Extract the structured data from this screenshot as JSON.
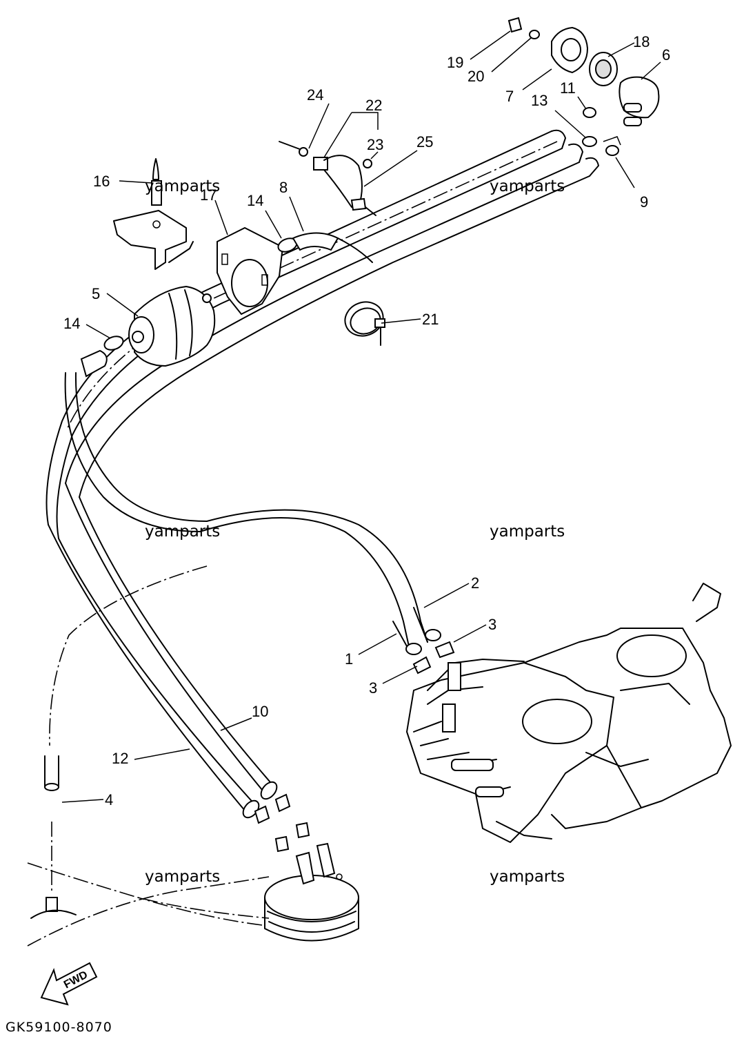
{
  "diagram": {
    "callouts": [
      {
        "id": "c1",
        "text": "1"
      },
      {
        "id": "c2",
        "text": "2"
      },
      {
        "id": "c3a",
        "text": "3"
      },
      {
        "id": "c3b",
        "text": "3"
      },
      {
        "id": "c4",
        "text": "4"
      },
      {
        "id": "c5",
        "text": "5"
      },
      {
        "id": "c6",
        "text": "6"
      },
      {
        "id": "c7",
        "text": "7"
      },
      {
        "id": "c8",
        "text": "8"
      },
      {
        "id": "c9",
        "text": "9"
      },
      {
        "id": "c10",
        "text": "10"
      },
      {
        "id": "c11",
        "text": "11"
      },
      {
        "id": "c12",
        "text": "12"
      },
      {
        "id": "c13",
        "text": "13"
      },
      {
        "id": "c14a",
        "text": "14"
      },
      {
        "id": "c14b",
        "text": "14"
      },
      {
        "id": "c16",
        "text": "16"
      },
      {
        "id": "c17",
        "text": "17"
      },
      {
        "id": "c18",
        "text": "18"
      },
      {
        "id": "c19",
        "text": "19"
      },
      {
        "id": "c20",
        "text": "20"
      },
      {
        "id": "c21",
        "text": "21"
      },
      {
        "id": "c22",
        "text": "22"
      },
      {
        "id": "c23",
        "text": "23"
      },
      {
        "id": "c24",
        "text": "24"
      },
      {
        "id": "c25",
        "text": "25"
      }
    ],
    "watermark": "yamparts",
    "fwd_label": "FWD",
    "drawing_code": "GK59100-8070"
  }
}
